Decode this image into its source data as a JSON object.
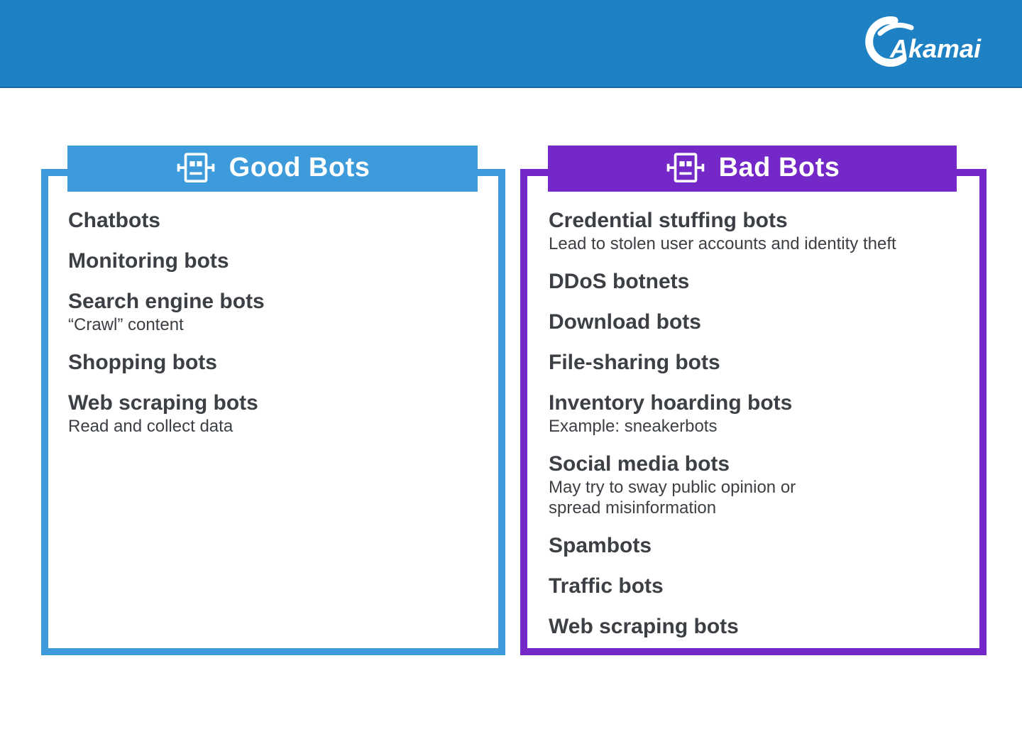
{
  "header": {
    "logo_text": "Akamai"
  },
  "columns": [
    {
      "id": "good",
      "title": "Good Bots",
      "items": [
        {
          "label": "Chatbots"
        },
        {
          "label": "Monitoring bots"
        },
        {
          "label": "Search engine bots",
          "sub": "“Crawl” content"
        },
        {
          "label": "Shopping bots"
        },
        {
          "label": "Web scraping bots",
          "sub": "Read and collect data"
        }
      ]
    },
    {
      "id": "bad",
      "title": "Bad Bots",
      "items": [
        {
          "label": "Credential stuffing bots",
          "sub": "Lead to stolen user accounts and identity theft"
        },
        {
          "label": "DDoS botnets"
        },
        {
          "label": "Download bots"
        },
        {
          "label": "File-sharing bots"
        },
        {
          "label": "Inventory hoarding bots",
          "sub": "Example: sneakerbots"
        },
        {
          "label": "Social media bots",
          "sub": "May try to sway public opinion or\nspread misinformation"
        },
        {
          "label": "Spambots"
        },
        {
          "label": "Traffic bots"
        },
        {
          "label": "Web scraping bots"
        }
      ]
    }
  ],
  "colors": {
    "top_bar": "#1D81C4",
    "good_accent": "#3D9BDC",
    "bad_accent": "#7428C8",
    "text": "#3C4044",
    "banner_text": "#FFFFFF",
    "background": "#FFFFFF"
  }
}
